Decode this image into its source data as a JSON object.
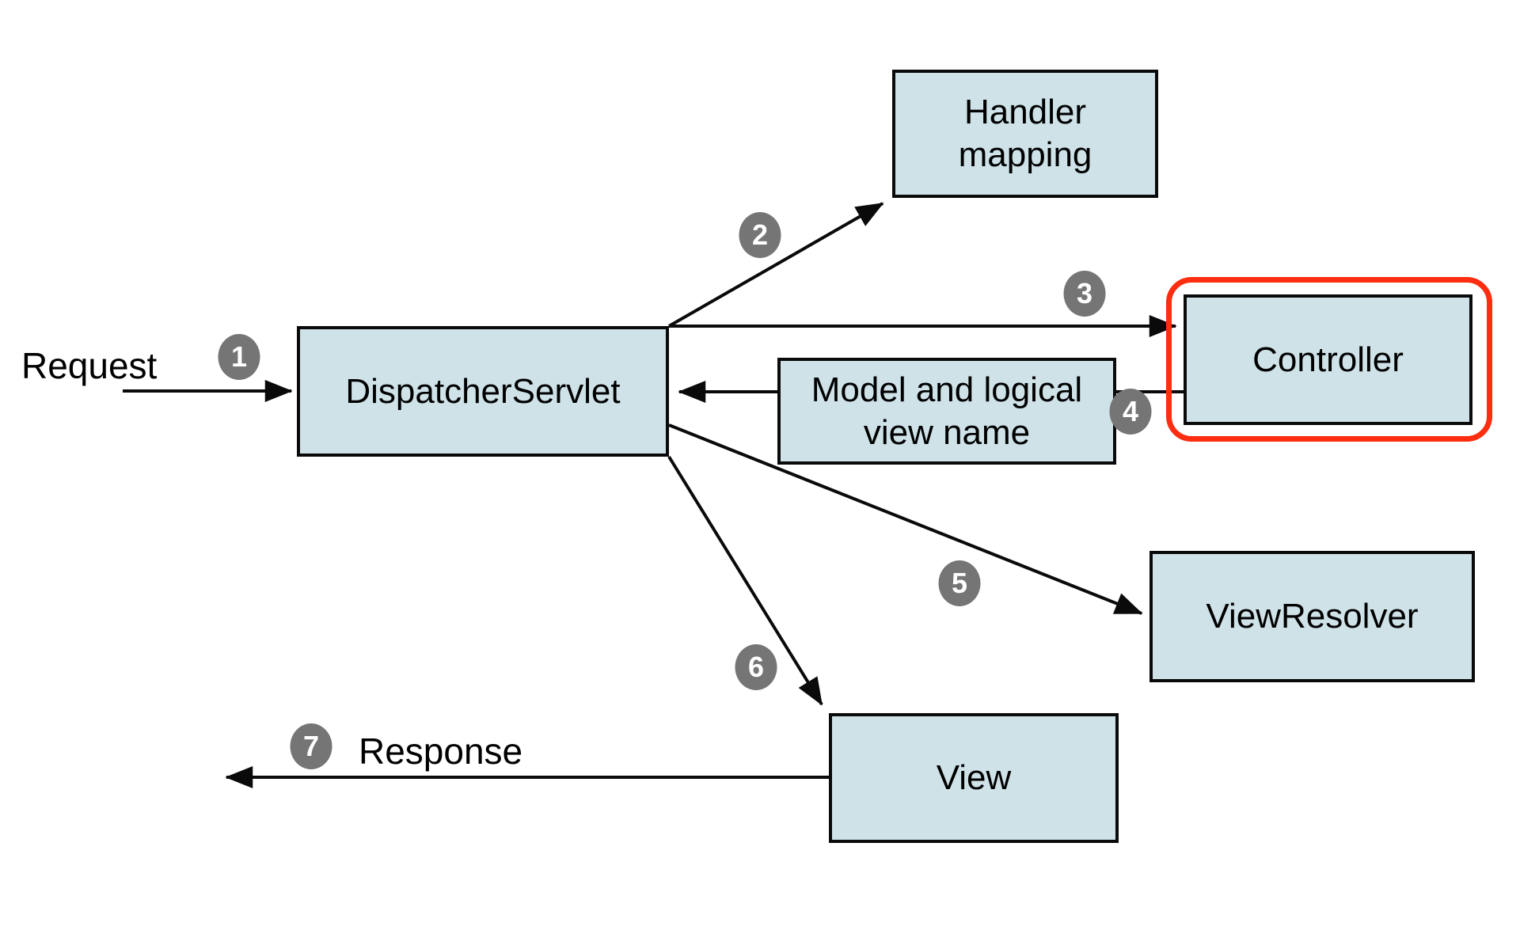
{
  "diagram": {
    "nodes": {
      "dispatcher_servlet": {
        "label": "DispatcherServlet"
      },
      "handler_mapping": {
        "label": "Handler mapping"
      },
      "controller": {
        "label": "Controller",
        "highlighted": true
      },
      "model_and_view": {
        "label": "Model and logical view name"
      },
      "view_resolver": {
        "label": "ViewResolver"
      },
      "view": {
        "label": "View"
      }
    },
    "labels": {
      "request": "Request",
      "response": "Response"
    },
    "steps": {
      "1": "1",
      "2": "2",
      "3": "3",
      "4": "4",
      "5": "5",
      "6": "6",
      "7": "7"
    },
    "colors": {
      "node_fill": "#cee2e8",
      "node_border": "#0a0a0a",
      "arrow": "#0a0a0a",
      "badge_fill": "#757575",
      "badge_text": "#ffffff",
      "highlight": "#fd2d10",
      "background": "#ffffff",
      "text": "#000000"
    }
  }
}
